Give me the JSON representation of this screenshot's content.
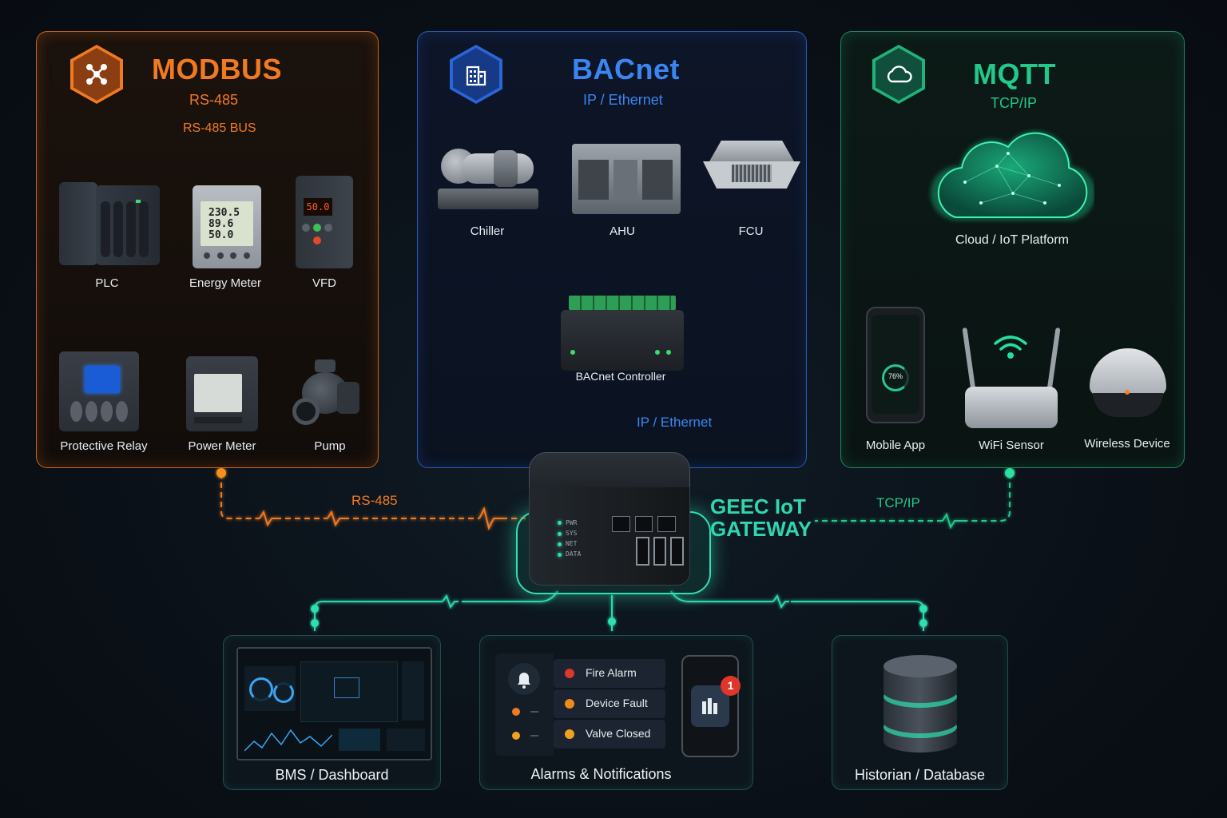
{
  "modbus": {
    "title": "MODBUS",
    "subtitle": "RS-485",
    "bus_label": "RS-485 BUS",
    "icon": "network-nodes-icon",
    "devices": [
      "PLC",
      "Energy Meter",
      "VFD",
      "Protective Relay",
      "Power Meter",
      "Pump"
    ],
    "meter_readings": [
      "230.5",
      "89.6",
      "50.0"
    ],
    "vfd_display": "50.0"
  },
  "bacnet": {
    "title": "BACnet",
    "subtitle": "IP / Ethernet",
    "icon": "building-icon",
    "devices": [
      "Chiller",
      "AHU",
      "FCU"
    ],
    "controller": "BACnet Controller",
    "link_label": "IP / Ethernet"
  },
  "mqtt": {
    "title": "MQTT",
    "subtitle": "TCP/IP",
    "icon": "cloud-icon",
    "cloud_label": "Cloud / IoT Platform",
    "devices": [
      "Mobile App",
      "WiFi Sensor",
      "Wireless Device"
    ],
    "app_gauge": "76%"
  },
  "gateway": {
    "title_line1": "GEEC IoT",
    "title_line2": "GATEWAY",
    "leds": [
      "PWR",
      "SYS",
      "NET",
      "DATA"
    ],
    "left_link": "RS-485",
    "right_link": "TCP/IP"
  },
  "outputs": {
    "dashboard": "BMS / Dashboard",
    "alarms": {
      "label": "Alarms & Notifications",
      "items": [
        {
          "text": "Fire Alarm",
          "color": "#d9382b"
        },
        {
          "text": "Device Fault",
          "color": "#f08a1c"
        },
        {
          "text": "Valve Closed",
          "color": "#f2a11e"
        }
      ],
      "badge": "1"
    },
    "database": "Historian / Database"
  },
  "colors": {
    "modbus": "#f07a22",
    "bacnet": "#3a86f0",
    "mqtt": "#22c98a",
    "gateway": "#2fe0b0"
  }
}
